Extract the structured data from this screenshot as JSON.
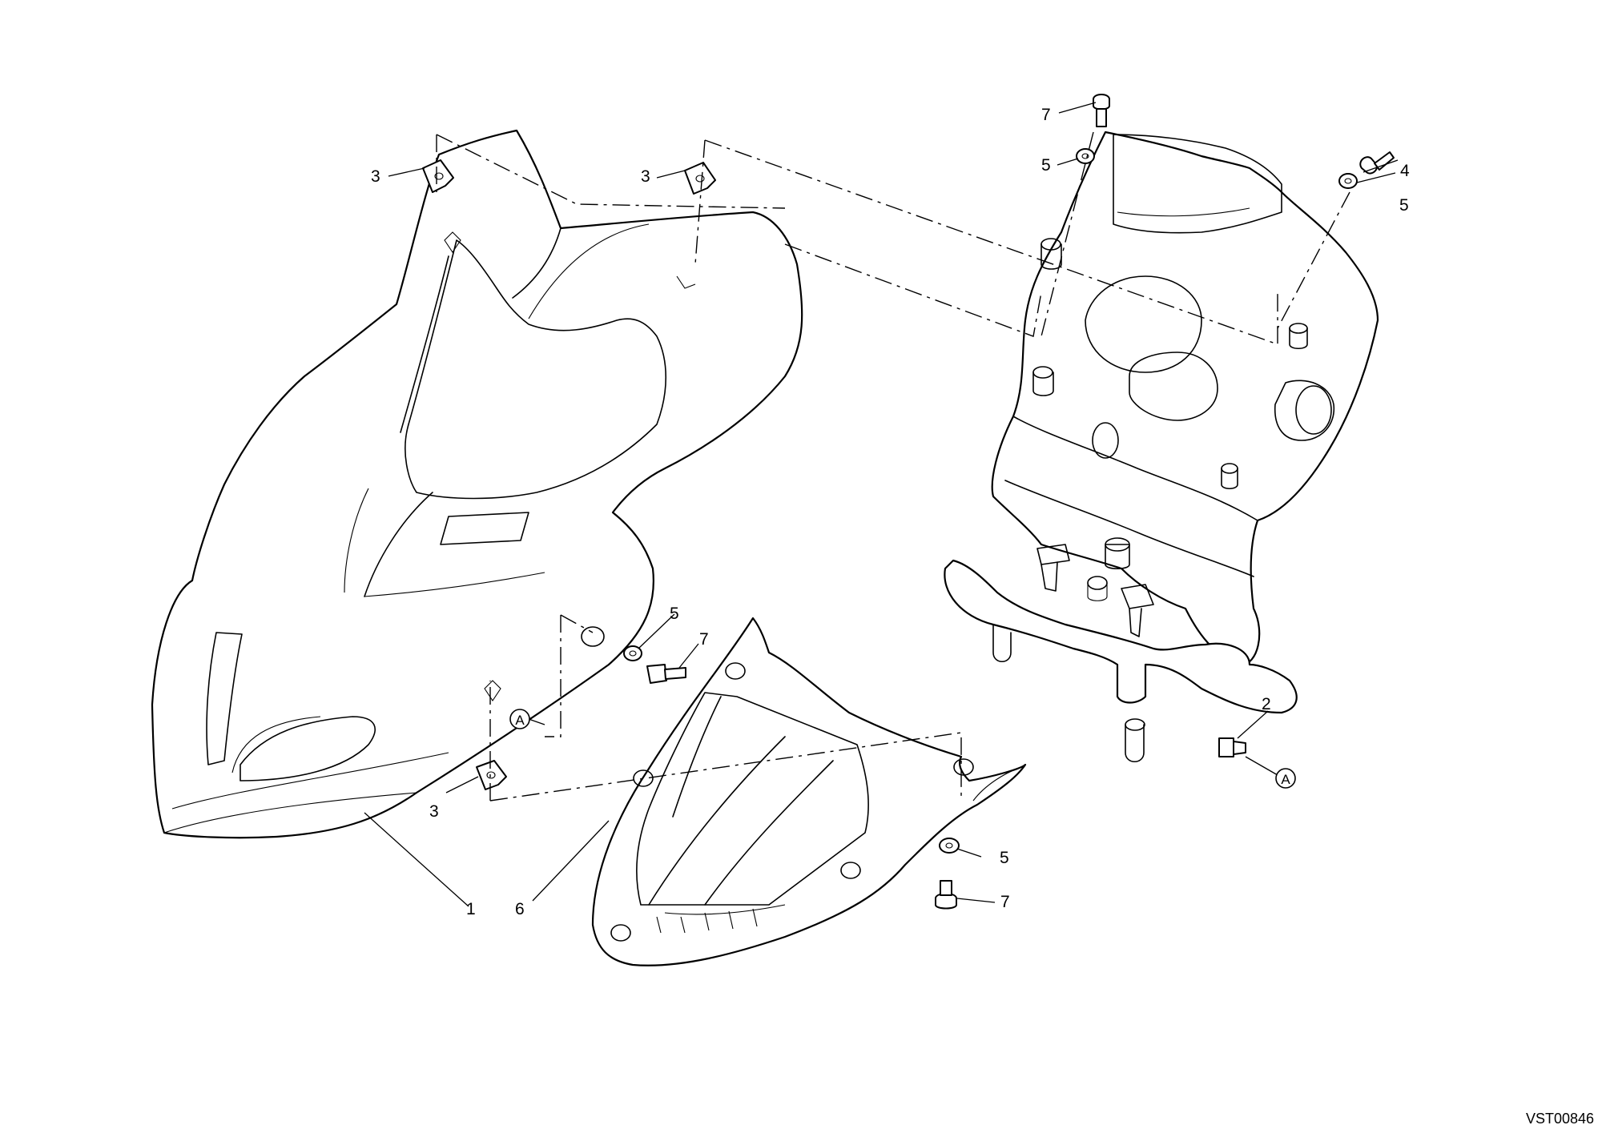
{
  "callouts": {
    "c1": "1",
    "c2": "2",
    "c3a": "3",
    "c3b": "3",
    "c3c": "3",
    "c4": "4",
    "c5a": "5",
    "c5b": "5",
    "c5c": "5",
    "c5d": "5",
    "c6": "6",
    "c7a": "7",
    "c7b": "7",
    "c7c": "7"
  },
  "refs": {
    "a_left": "A",
    "a_right": "A"
  },
  "drawing_code": "VST00846"
}
